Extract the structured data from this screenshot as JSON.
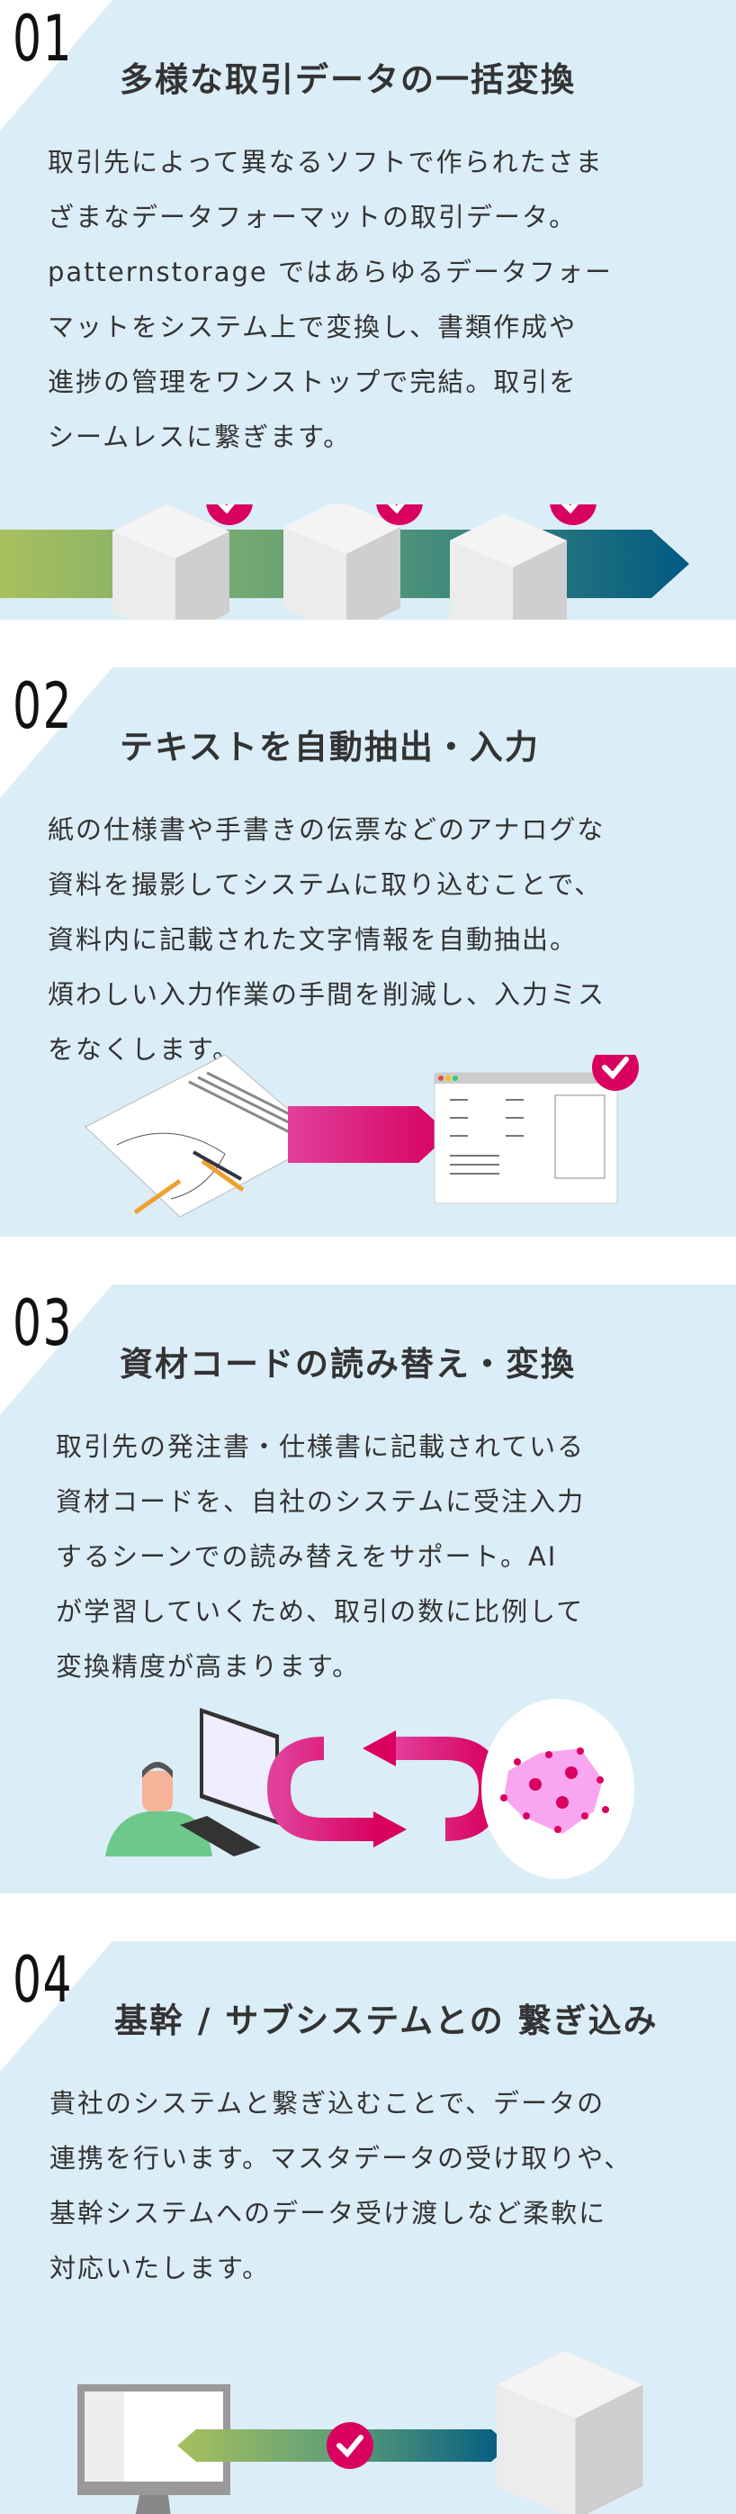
{
  "colors": {
    "background": "#dbedf7",
    "accent": "#d9005f",
    "text": "#333333",
    "arrow_start": "#a8c05e",
    "arrow_end": "#005a82"
  },
  "sections": [
    {
      "number": "01",
      "title": "多様な取引データの一括変換",
      "lines": [
        "取引先によって異なるソフトで作られたさま",
        "ざまなデータフォーマットの取引データ。",
        "patternstorage ではあらゆるデータフォー",
        "マットをシステム上で変換し、書類作成や",
        "進捗の管理をワンストップで完結。取引を",
        "シームレスに繋ぎます。"
      ],
      "icons": [
        "building-icon",
        "office-tower-icon",
        "factory-icon",
        "check-icon"
      ]
    },
    {
      "number": "02",
      "title": "テキストを自動抽出・入力",
      "lines": [
        "紙の仕様書や手書きの伝票などのアナログな",
        "資料を撮影してシステムに取り込むことで、",
        "資料内に記載された文字情報を自動抽出。",
        "煩わしい入力作業の手間を削減し、入力ミス",
        "をなくします。"
      ],
      "icons": [
        "paper-document-icon",
        "pencil-icon",
        "arrow-right-icon",
        "browser-window-icon",
        "check-icon"
      ]
    },
    {
      "number": "03",
      "title": "資材コードの読み替え・変換",
      "lines": [
        "取引先の発注書・仕様書に記載されている",
        "資材コードを、自社のシステムに受注入力",
        "するシーンでの読み替えをサポート。AI",
        "が学習していくため、取引の数に比例して",
        "変換精度が高まります。"
      ],
      "icons": [
        "user-at-computer-icon",
        "cycle-arrows-icon",
        "ai-brain-icon"
      ]
    },
    {
      "number": "04",
      "title": "基幹 / サブシステムとの 繋ぎ込み",
      "lines": [
        "貴社のシステムと繋ぎ込むことで、データの",
        "連携を行います。マスタデータの受け取りや、",
        "基幹システムへのデータ受け渡しなど柔軟に",
        "対応いたします。"
      ],
      "icons": [
        "monitor-icon",
        "double-arrow-icon",
        "check-icon",
        "building-icon"
      ]
    }
  ]
}
